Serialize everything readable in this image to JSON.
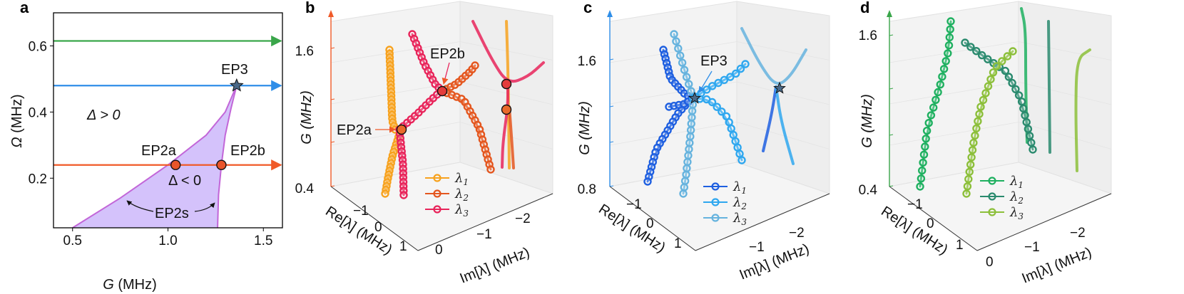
{
  "panels": {
    "a": "a",
    "b": "b",
    "c": "c",
    "d": "d"
  },
  "panel_a": {
    "x_ticks": [
      "0.5",
      "1.0",
      "1.5"
    ],
    "y_ticks": [
      "0.2",
      "0.4",
      "0.6"
    ],
    "xlabel_var": "G",
    "xlabel_unit": " (MHz)",
    "ylabel_var": "Ω",
    "ylabel_unit": " (MHz)",
    "region_pos": "Δ > 0",
    "region_neg": "Δ < 0",
    "ep3": "EP3",
    "ep2a": "EP2a",
    "ep2b": "EP2b",
    "ep2s": "EP2s",
    "colors": {
      "green": "#3aa64a",
      "blue": "#2f8ee8",
      "red": "#f05a28",
      "fill": "#d4c2fb",
      "boundary": "#c266d8"
    }
  },
  "panel_b": {
    "z_ticks": [
      "0.4",
      "1.6"
    ],
    "zlabel": "G (MHz)",
    "re_ticks": [
      "−1",
      "0",
      "1"
    ],
    "re_label": "Re[λ] (MHz)",
    "im_ticks": [
      "0",
      "−1",
      "−2"
    ],
    "im_label": "Im[λ] (MHz)",
    "ep2a": "EP2a",
    "ep2b": "EP2b",
    "legend": [
      "λ1",
      "λ2",
      "λ3"
    ],
    "colors": [
      "#f7a21e",
      "#e4561e",
      "#e8245a"
    ]
  },
  "panel_c": {
    "z_ticks": [
      "0.8",
      "1.6"
    ],
    "zlabel": "G (MHz)",
    "re_ticks": [
      "−1",
      "0",
      "1"
    ],
    "re_label": "Re[λ] (MHz)",
    "im_ticks": [
      "−1",
      "−2"
    ],
    "im_label": "Im[λ] (MHz)",
    "ep3": "EP3",
    "legend": [
      "λ1",
      "λ2",
      "λ3"
    ],
    "colors": [
      "#1e5fe0",
      "#2fa7ef",
      "#66b3de"
    ]
  },
  "panel_d": {
    "z_ticks": [
      "0.4",
      "1.6"
    ],
    "zlabel": "G (MHz)",
    "re_ticks": [
      "−1",
      "0",
      "1"
    ],
    "re_label": "Re[λ] (MHz)",
    "im_ticks": [
      "0",
      "−1",
      "−2"
    ],
    "im_label": "Im[λ] (MHz)",
    "legend": [
      "λ1",
      "λ2",
      "λ3"
    ],
    "colors": [
      "#1fb060",
      "#2a8a6e",
      "#8cbf3a"
    ]
  },
  "chart_data": [
    {
      "type": "line",
      "panel": "a",
      "xlabel": "G (MHz)",
      "ylabel": "Ω (MHz)",
      "xlim": [
        0.4,
        1.6
      ],
      "ylim": [
        0.05,
        0.7
      ],
      "x_ticks": [
        0.5,
        1.0,
        1.5
      ],
      "y_ticks": [
        0.2,
        0.4,
        0.6
      ],
      "horizontal_lines": [
        {
          "y": 0.615,
          "color": "#3aa64a"
        },
        {
          "y": 0.48,
          "color": "#2f8ee8"
        },
        {
          "y": 0.24,
          "color": "#f05a28"
        }
      ],
      "boundary_left": {
        "x": [
          0.5,
          0.75,
          1.0,
          1.2,
          1.3,
          1.36
        ],
        "y": [
          0.05,
          0.14,
          0.24,
          0.33,
          0.4,
          0.48
        ]
      },
      "boundary_right": {
        "x": [
          1.26,
          1.265,
          1.28,
          1.3,
          1.33,
          1.36
        ],
        "y": [
          0.05,
          0.15,
          0.24,
          0.33,
          0.41,
          0.48
        ]
      },
      "points": [
        {
          "label": "EP3",
          "x": 1.36,
          "y": 0.48,
          "marker": "star"
        },
        {
          "label": "EP2a",
          "x": 1.04,
          "y": 0.24,
          "marker": "circle"
        },
        {
          "label": "EP2b",
          "x": 1.28,
          "y": 0.24,
          "marker": "circle"
        }
      ],
      "annotations": [
        "Δ > 0",
        "Δ < 0",
        "EP2s"
      ]
    },
    {
      "type": "line",
      "panel": "b",
      "projection": "3d",
      "zlabel": "G (MHz)",
      "xlabel": "Re[λ] (MHz)",
      "ylabel": "Im[λ] (MHz)",
      "series": [
        {
          "name": "λ1"
        },
        {
          "name": "λ2"
        },
        {
          "name": "λ3"
        }
      ],
      "points": [
        "EP2a",
        "EP2b"
      ]
    },
    {
      "type": "line",
      "panel": "c",
      "projection": "3d",
      "zlabel": "G (MHz)",
      "xlabel": "Re[λ] (MHz)",
      "ylabel": "Im[λ] (MHz)",
      "series": [
        {
          "name": "λ1"
        },
        {
          "name": "λ2"
        },
        {
          "name": "λ3"
        }
      ],
      "points": [
        "EP3"
      ]
    },
    {
      "type": "line",
      "panel": "d",
      "projection": "3d",
      "zlabel": "G (MHz)",
      "xlabel": "Re[λ] (MHz)",
      "ylabel": "Im[λ] (MHz)",
      "series": [
        {
          "name": "λ1"
        },
        {
          "name": "λ2"
        },
        {
          "name": "λ3"
        }
      ]
    }
  ]
}
